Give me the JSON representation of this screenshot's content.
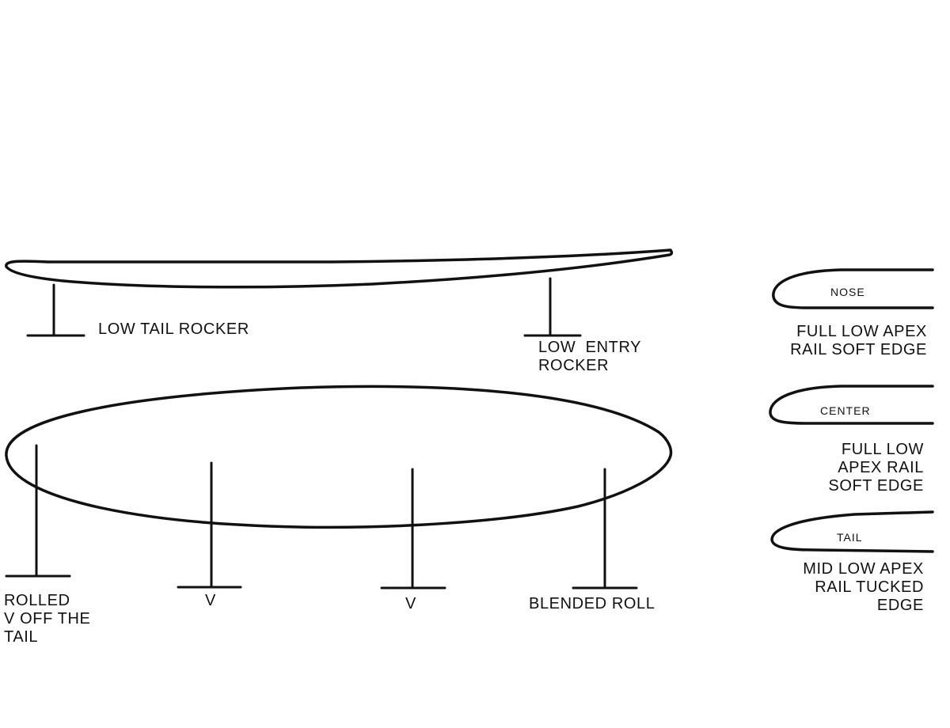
{
  "colors": {
    "line": "#111111",
    "background": "#ffffff"
  },
  "profile": {
    "tail_rocker_label": "LOW TAIL ROCKER",
    "entry_rocker_label": "LOW  ENTRY\nROCKER"
  },
  "bottom": {
    "callouts": [
      {
        "label": "ROLLED\nV OFF THE\nTAIL"
      },
      {
        "label": "V"
      },
      {
        "label": "V"
      },
      {
        "label": "BLENDED ROLL"
      }
    ]
  },
  "rails": [
    {
      "section": "NOSE",
      "label": "FULL LOW APEX\nRAIL SOFT EDGE"
    },
    {
      "section": "CENTER",
      "label": "FULL LOW\nAPEX RAIL\nSOFT EDGE"
    },
    {
      "section": "TAIL",
      "label": "MID LOW APEX\nRAIL TUCKED\nEDGE"
    }
  ]
}
